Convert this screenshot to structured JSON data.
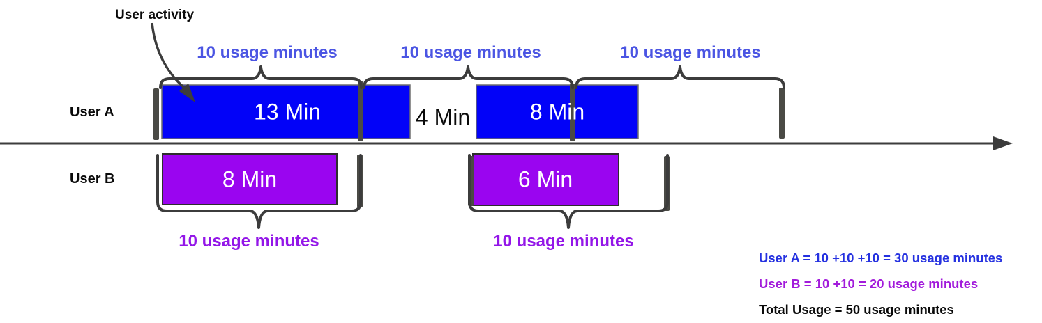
{
  "colors": {
    "bar_blue": "#0202F8",
    "bar_purple": "#9A05F0",
    "label_blue": "#4B55E3",
    "label_purple": "#9316E8",
    "summary_blue": "#2531E0",
    "summary_purple": "#A21BDB",
    "stroke_dark": "#3C3C3C",
    "tick_gray": "#4A4A45",
    "ink": "#0A0A0A",
    "bar_text": "#FFFFFF"
  },
  "annotation": {
    "user_activity": "User activity"
  },
  "user_a": {
    "name": "User A",
    "activities": {
      "a1": "13 Min",
      "gap": "4 Min",
      "a2": "8 Min"
    },
    "usage_blocks": {
      "b1": "10 usage minutes",
      "b2": "10 usage minutes",
      "b3": "10 usage minutes"
    },
    "summary": "User A = 10 +10 +10 = 30 usage minutes"
  },
  "user_b": {
    "name": "User B",
    "activities": {
      "b1": "8 Min",
      "b2": "6 Min"
    },
    "usage_blocks": {
      "b1": "10 usage minutes",
      "b2": "10 usage minutes"
    },
    "summary": "User B = 10 +10 = 20 usage minutes"
  },
  "total": {
    "summary": "Total Usage = 50 usage minutes"
  }
}
